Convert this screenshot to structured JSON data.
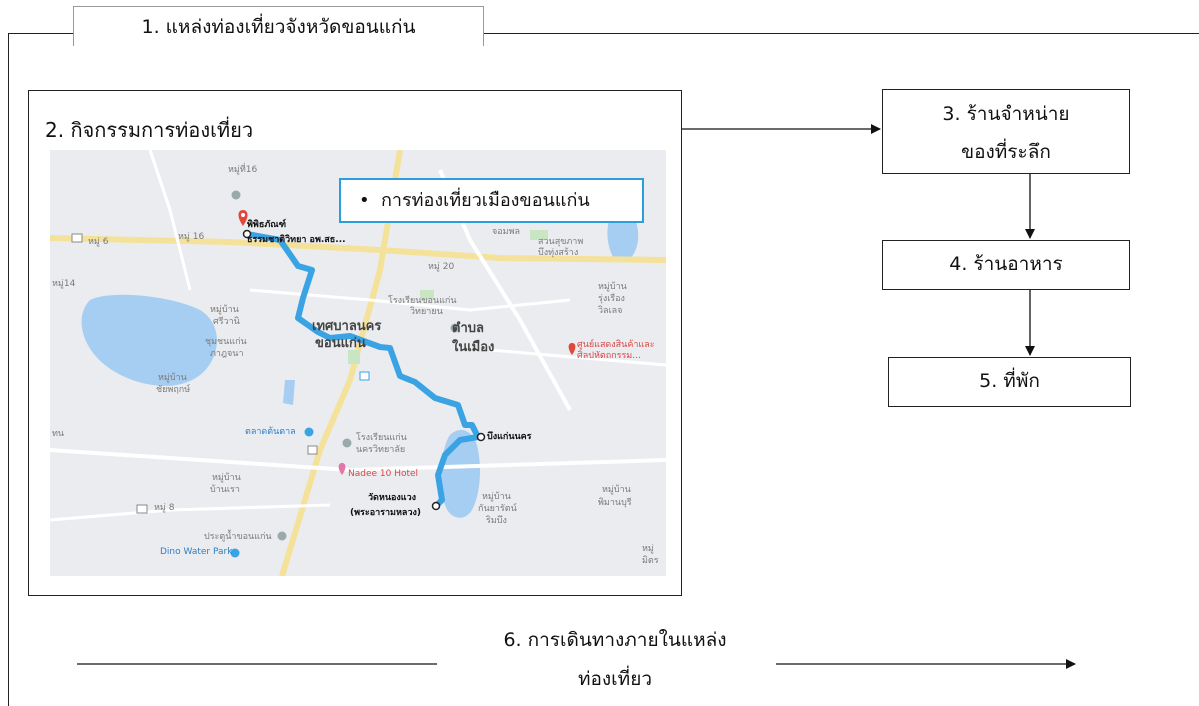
{
  "tab": {
    "label": "1. แหล่งท่องเที่ยวจังหวัดขอนแก่น"
  },
  "activity": {
    "title": "2. กิจกรรมการท่องเที่ยว",
    "callout": "การท่องเที่ยวเมืองขอนแก่น",
    "map_labels": {
      "museum": "พิพิธภัณฑ์",
      "museum_sub": "ธรรมชาติวิทยา อพ.สธ...",
      "moo16_top": "หมู่ที่16",
      "moo16": "หมู่ 16",
      "moo6": "หมู่ 6",
      "moo14": "หมู่14",
      "moo20": "หมู่ 20",
      "moo8": "หมู่ 8",
      "municipality": "เทศบาลนคร",
      "municipality2": "ขอนแก่น",
      "tambon": "ตำบล",
      "tambon2": "ในเมือง",
      "bueng": "บึงแก่นนคร",
      "wat": "วัดหนองแวง",
      "wat2": "(พระอารามหลวง)",
      "hotel": "Nadee 10 Hotel",
      "dino": "Dino Water Park",
      "sriwan": "หมู่บ้าน",
      "sriwan2": "ศรีวานิ",
      "chaiyaphruek": "หมู่บ้าน",
      "chaiyaphruek2": "ชัยพฤกษ์",
      "banrao": "หมู่บ้าน",
      "banrao2": "บ้านเรา",
      "kanyarat": "หมู่บ้าน",
      "kanyarat2": "กันยารัตน์",
      "kanyarat3": "ริมบึง",
      "phiman": "หมู่บ้าน",
      "phiman2": "พิมานบุรี",
      "rungruang": "หมู่บ้าน",
      "rungruang2": "รุ่งเรือง",
      "rungruang3": "วิลเลจ",
      "school1": "โรงเรียนขอนแก่น",
      "school1b": "วิทยายน",
      "school2": "โรงเรียนแก่น",
      "school2b": "นครวิทยาลัย",
      "market": "ตลาดต้นตาล",
      "park": "สวนสุขภาพ",
      "park2": "บึงทุ่งสร้าง",
      "shopping": "ศูนย์แสดงสินค้าและ",
      "shopping2": "ศิลปหัตถกรรม...",
      "prasert": "ประตูน้ำขอนแก่น",
      "chonmaen": "ชุมชนแก่น",
      "chonmaen2": "ภาฎจนา",
      "jon": "จอมพล",
      "mitr": "หมู่",
      "mitr2": "มิตร",
      "tha": "ทน"
    }
  },
  "shop": {
    "line1": "3. ร้านจำหน่าย",
    "line2": "ของที่ระลึก"
  },
  "restaurant": {
    "label": "4. ร้านอาหาร"
  },
  "lodging": {
    "label": "5. ที่พัก"
  },
  "travel": {
    "line1": "6. การเดินทางภายในแหล่ง",
    "line2": "ท่องเที่ยว"
  },
  "colors": {
    "route": "#3aa3e3",
    "callout_border": "#2b9fdc",
    "water": "#a6cdf2",
    "road": "#f4e29a",
    "pin": "#e0483c"
  }
}
